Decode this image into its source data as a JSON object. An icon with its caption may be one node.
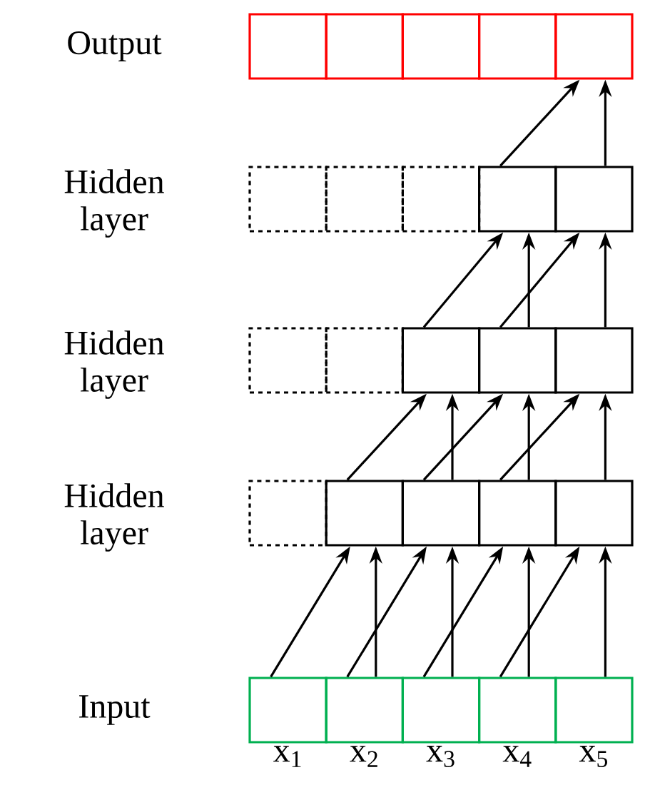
{
  "diagram": {
    "nodes": [
      {
        "text": [],
        "shape": "box"
      },
      {
        "text": [],
        "shape": "box"
      },
      {
        "text": [],
        "shape": "box"
      },
      {
        "text": [],
        "shape": "box"
      },
      {
        "text": [],
        "shape": "box"
      },
      {
        "text": [],
        "shape": "box"
      },
      {
        "text": [],
        "shape": "box"
      },
      {
        "text": [],
        "shape": "box"
      },
      {
        "text": [],
        "shape": "box"
      },
      {
        "text": [],
        "shape": "box"
      },
      {
        "text": [],
        "shape": "box"
      },
      {
        "text": [],
        "shape": "box"
      },
      {
        "text": [],
        "shape": "box"
      },
      {
        "text": [],
        "shape": "box"
      },
      {
        "text": [],
        "shape": "box"
      },
      {
        "text": [],
        "shape": "box"
      },
      {
        "text": [],
        "shape": "box"
      },
      {
        "text": [],
        "shape": "box"
      },
      {
        "text": [],
        "shape": "box"
      },
      {
        "text": [],
        "shape": "box"
      },
      {
        "text": [],
        "shape": "box"
      },
      {
        "text": [],
        "shape": "box"
      },
      {
        "text": [],
        "shape": "box"
      },
      {
        "text": [],
        "shape": "box"
      },
      {
        "text": [],
        "shape": "box"
      }
    ],
    "edges": [
      {
        "from": 20,
        "to": 16,
        "arrow": "to"
      },
      {
        "from": 21,
        "to": 16,
        "arrow": "to"
      },
      {
        "from": 21,
        "to": 17,
        "arrow": "to"
      },
      {
        "from": 22,
        "to": 17,
        "arrow": "to"
      },
      {
        "from": 22,
        "to": 18,
        "arrow": "to"
      },
      {
        "from": 23,
        "to": 18,
        "arrow": "to"
      },
      {
        "from": 23,
        "to": 19,
        "arrow": "to"
      },
      {
        "from": 24,
        "to": 19,
        "arrow": "to"
      },
      {
        "from": 16,
        "to": 12,
        "arrow": "to"
      },
      {
        "from": 17,
        "to": 12,
        "arrow": "to"
      },
      {
        "from": 17,
        "to": 13,
        "arrow": "to"
      },
      {
        "from": 18,
        "to": 13,
        "arrow": "to"
      },
      {
        "from": 18,
        "to": 14,
        "arrow": "to"
      },
      {
        "from": 19,
        "to": 14,
        "arrow": "to"
      },
      {
        "from": 12,
        "to": 8,
        "arrow": "to"
      },
      {
        "from": 13,
        "to": 8,
        "arrow": "to"
      },
      {
        "from": 13,
        "to": 9,
        "arrow": "to"
      },
      {
        "from": 14,
        "to": 9,
        "arrow": "to"
      },
      {
        "from": 8,
        "to": 4,
        "arrow": "to"
      },
      {
        "from": 9,
        "to": 4,
        "arrow": "to"
      }
    ],
    "labels": [
      "Output",
      "Hidden layer",
      "Hidden layer",
      "Hidden layer",
      "Input",
      "x$_{1}$",
      "x$_{2}$",
      "x$_{3}$",
      "x$_{4}$",
      "x$_{5}$"
    ]
  }
}
